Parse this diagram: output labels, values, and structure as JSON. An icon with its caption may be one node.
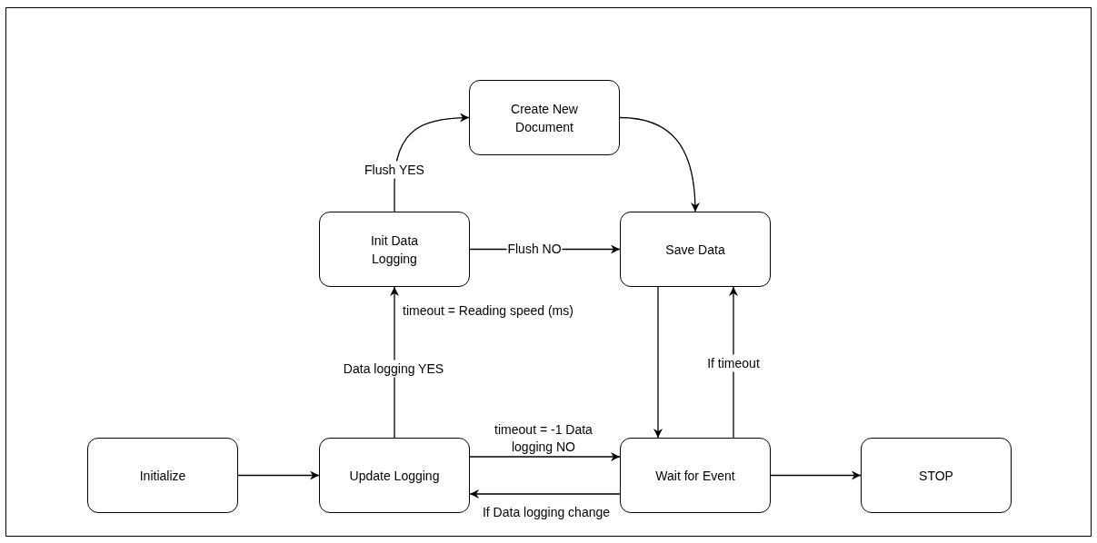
{
  "diagram": {
    "nodes": [
      {
        "text": [
          "Initialize"
        ]
      },
      {
        "text": [
          "Update Logging"
        ]
      },
      {
        "text": [
          "Init Data Logging"
        ]
      },
      {
        "text": [
          "Create New Document"
        ]
      },
      {
        "text": [
          "Save Data"
        ]
      },
      {
        "text": [
          "Wait for Event"
        ]
      },
      {
        "text": [
          "STOP"
        ]
      }
    ],
    "edges": [
      {
        "from": 0,
        "to": 1,
        "arrow": "to"
      },
      {
        "from": 1,
        "to": 2,
        "arrow": "to",
        "label": "Data logging YES"
      },
      {
        "from": 2,
        "to": 3,
        "arrow": "to",
        "label": "Flush YES"
      },
      {
        "from": 2,
        "to": 4,
        "arrow": "to",
        "label": "Flush NO"
      },
      {
        "from": 3,
        "to": 4,
        "arrow": "to"
      },
      {
        "from": 4,
        "to": 5,
        "arrow": "to"
      },
      {
        "from": 5,
        "to": 4,
        "arrow": "to",
        "label": "If timeout"
      },
      {
        "from": 1,
        "to": 5,
        "arrow": "to",
        "label": "timeout = -1 Data logging NO"
      },
      {
        "from": 5,
        "to": 1,
        "arrow": "to",
        "label": "If Data logging change"
      },
      {
        "from": 5,
        "to": 6,
        "arrow": "to"
      }
    ],
    "labels": [
      "timeout = Reading speed (ms)"
    ]
  }
}
